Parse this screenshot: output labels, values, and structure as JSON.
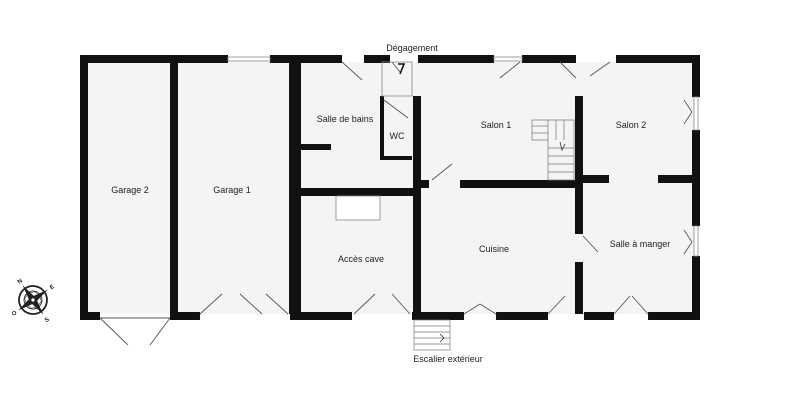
{
  "rooms": {
    "degagement": "Dégagement",
    "salle_de_bains": "Salle de bains",
    "wc": "WC",
    "salon_1": "Salon 1",
    "salon_2": "Salon 2",
    "garage_2": "Garage 2",
    "garage_1": "Garage 1",
    "acces_cave": "Accès cave",
    "cuisine": "Cuisine",
    "salle_a_manger": "Salle à manger",
    "escalier_exterieur": "Escalier extérieur"
  },
  "compass": {
    "n": "N",
    "e": "E",
    "s": "S",
    "o": "O"
  },
  "colors": {
    "wall": "#111111",
    "floor": "#f4f4f4",
    "background": "#ffffff"
  }
}
